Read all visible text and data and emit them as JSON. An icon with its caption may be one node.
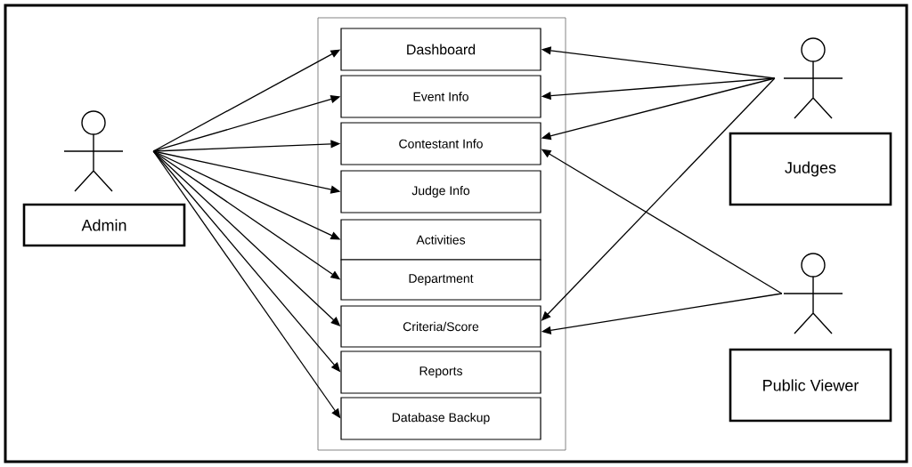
{
  "diagram": {
    "nodes": [
      {
        "text": [],
        "shape": "box"
      },
      {
        "text": [
          "Dashboard"
        ],
        "in": 0
      },
      {
        "text": [
          "Event Info"
        ],
        "in": 0
      },
      {
        "text": [
          "Contestant Info"
        ],
        "in": 0
      },
      {
        "text": [
          "Judge Info"
        ],
        "in": 0
      },
      {
        "text": [
          "Activities"
        ],
        "in": 0
      },
      {
        "text": [
          "Department"
        ],
        "in": 0
      },
      {
        "text": [
          "Criteria/Score"
        ],
        "in": 0
      },
      {
        "text": [
          "Reports"
        ],
        "in": 0
      },
      {
        "text": [
          "Database Backup"
        ],
        "in": 0
      },
      {
        "text": [],
        "shape": "person"
      },
      {
        "text": [
          "Admin"
        ]
      },
      {
        "text": [],
        "shape": "person"
      },
      {
        "text": [
          "Judges"
        ]
      },
      {
        "text": [],
        "shape": "person"
      },
      {
        "text": [
          "Public Viewer"
        ]
      }
    ],
    "edges": [
      {
        "from": 10,
        "to": 1,
        "arrow": "to"
      },
      {
        "from": 10,
        "to": 2,
        "arrow": "to"
      },
      {
        "from": 10,
        "to": 3,
        "arrow": "to"
      },
      {
        "from": 10,
        "to": 4,
        "arrow": "to"
      },
      {
        "from": 10,
        "to": 5,
        "arrow": "to"
      },
      {
        "from": 10,
        "to": 6,
        "arrow": "to"
      },
      {
        "from": 10,
        "to": 7,
        "arrow": "to"
      },
      {
        "from": 10,
        "to": 8,
        "arrow": "to"
      },
      {
        "from": 10,
        "to": 9,
        "arrow": "to"
      },
      {
        "from": 12,
        "to": 1,
        "arrow": "to"
      },
      {
        "from": 12,
        "to": 2,
        "arrow": "to"
      },
      {
        "from": 12,
        "to": 3,
        "arrow": "to"
      },
      {
        "from": 12,
        "to": 7,
        "arrow": "to"
      },
      {
        "from": 14,
        "to": 3,
        "arrow": "to"
      },
      {
        "from": 14,
        "to": 7,
        "arrow": "to"
      }
    ]
  }
}
